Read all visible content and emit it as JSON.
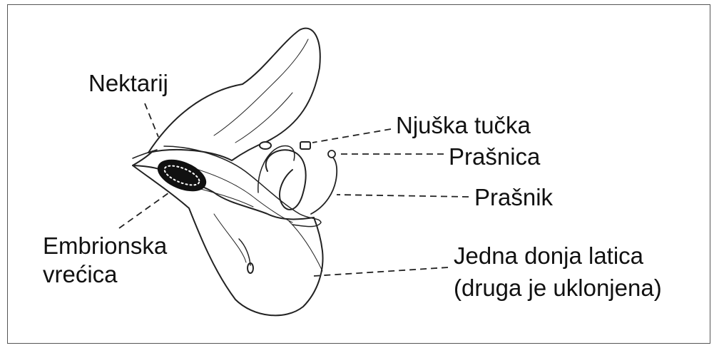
{
  "labels": {
    "nectary": "Nektarij",
    "stigma": "Njuška tučka",
    "anther": "Prašnica",
    "stamen": "Prašnik",
    "embryo_sac_line1": "Embrionska",
    "embryo_sac_line2": "vrećica",
    "petal_line1": "Jedna donja latica",
    "petal_line2": "(druga je uklonjena)"
  }
}
